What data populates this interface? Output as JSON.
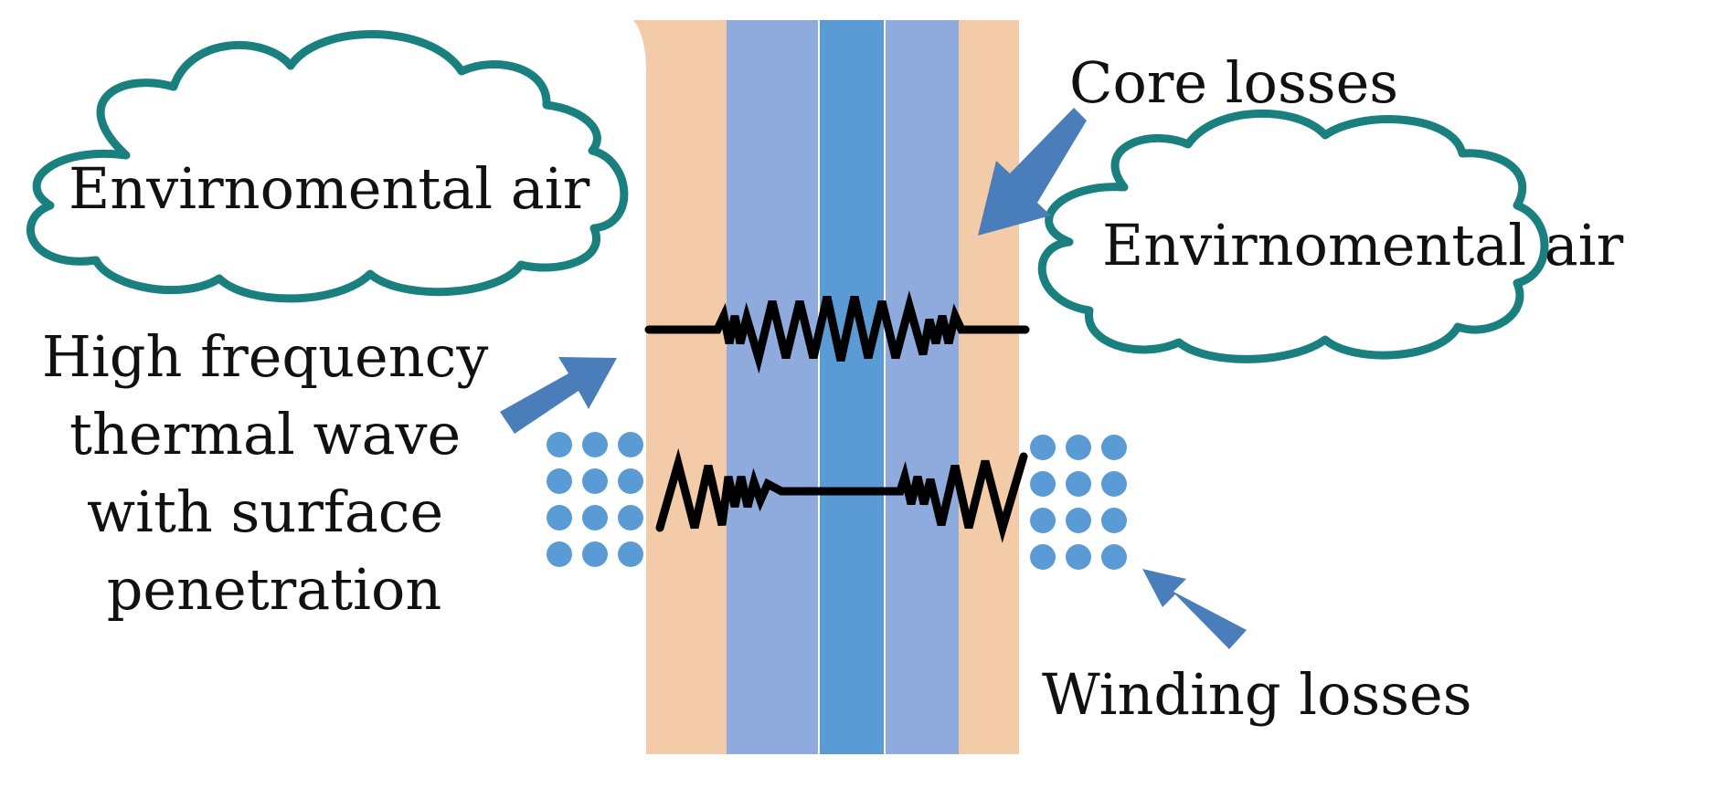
{
  "labels": {
    "core_losses": "Core losses",
    "env_air_left": "Envirnomental air",
    "env_air_right": "Envirnomental air",
    "hf_wave": [
      "High frequency",
      "thermal wave",
      "with surface",
      "penetration"
    ],
    "winding_losses": "Winding losses"
  },
  "colors": {
    "outer_layer": "#F4CBA9",
    "mid_layer": "#8FAADC",
    "core_layer": "#5B9BD5",
    "cloud_stroke": "#1A7F7F",
    "arrow": "#4A7EBB",
    "winding_dot": "#5B9BD5",
    "resistor": "#000000"
  },
  "icons": {
    "cloud": "cloud-shape",
    "resistor": "zigzag-resistor",
    "arrow": "block-arrow",
    "winding": "conductor-dot-grid"
  }
}
